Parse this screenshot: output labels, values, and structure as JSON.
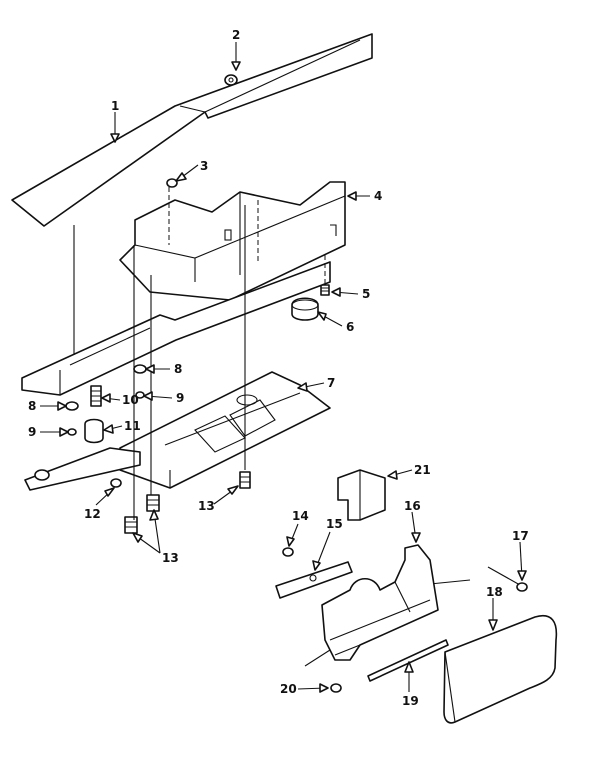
{
  "callouts": [
    {
      "id": "1",
      "text": "1"
    },
    {
      "id": "2",
      "text": "2"
    },
    {
      "id": "3",
      "text": "3"
    },
    {
      "id": "4",
      "text": "4"
    },
    {
      "id": "5",
      "text": "5"
    },
    {
      "id": "6",
      "text": "6"
    },
    {
      "id": "7",
      "text": "7"
    },
    {
      "id": "8a",
      "text": "8"
    },
    {
      "id": "8b",
      "text": "8"
    },
    {
      "id": "9a",
      "text": "9"
    },
    {
      "id": "9b",
      "text": "9"
    },
    {
      "id": "10",
      "text": "10"
    },
    {
      "id": "11",
      "text": "11"
    },
    {
      "id": "12",
      "text": "12"
    },
    {
      "id": "13a",
      "text": "13"
    },
    {
      "id": "13b",
      "text": "13"
    },
    {
      "id": "14",
      "text": "14"
    },
    {
      "id": "15",
      "text": "15"
    },
    {
      "id": "16",
      "text": "16"
    },
    {
      "id": "17",
      "text": "17"
    },
    {
      "id": "18",
      "text": "18"
    },
    {
      "id": "19",
      "text": "19"
    },
    {
      "id": "20",
      "text": "20"
    },
    {
      "id": "21",
      "text": "21"
    }
  ],
  "colors": {
    "ink": "#111111",
    "paper": "#ffffff"
  }
}
